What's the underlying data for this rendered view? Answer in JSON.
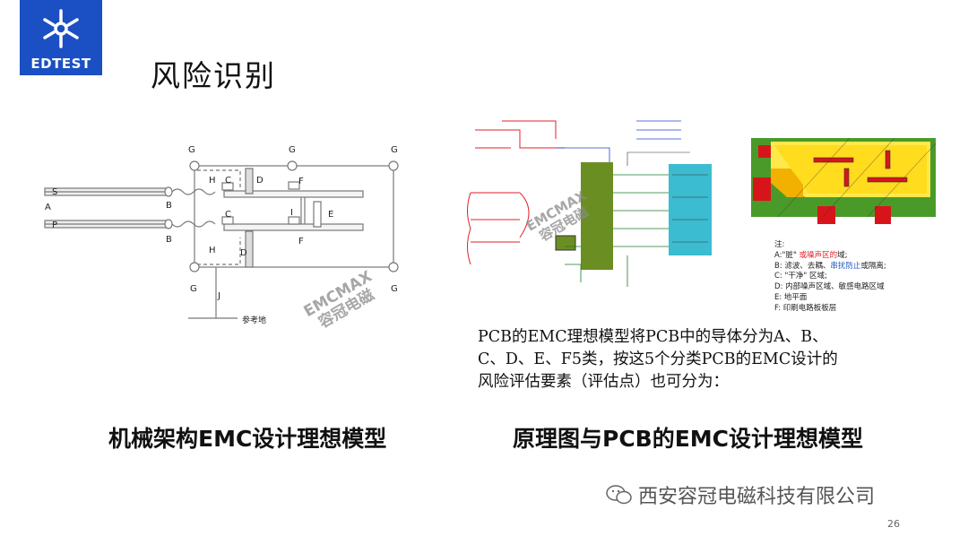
{
  "logo": {
    "text": "EDTEST"
  },
  "slide": {
    "title": "风险识别"
  },
  "mech": {
    "caption": "机械架构EMC设计理想模型",
    "labels": {
      "g": "G",
      "s": "S",
      "p": "P",
      "a": "A",
      "b": "B",
      "c": "C",
      "d": "D",
      "e": "E",
      "f": "F",
      "h": "H",
      "i": "I",
      "j": "J",
      "ground": "参考地"
    }
  },
  "pcb": {
    "caption": "原理图与PCB的EMC设计理想模型",
    "legend": {
      "title": "注:",
      "a_pre": "A:\"脏\" ",
      "a_red": "或噪声区的",
      "a_post": "域;",
      "b_pre": "B: 滤波、去耦、",
      "b_blue": "串扰防止",
      "b_post": "或隔离;",
      "c": "C: \"干净\" 区域;",
      "d": "D: 内部噪声区域、敏感电路区域",
      "e": "E: 地平面",
      "f": "F: 印刷电路板板层"
    },
    "paragraph": [
      "PCB的EMC理想模型将PCB中的导体分为A、B、",
      "C、D、E、F5类，按这5个分类PCB的EMC设计的",
      "风险评估要素（评估点）也可分为："
    ]
  },
  "watermark": {
    "en": "EMCMAX",
    "cn": "容冠电磁"
  },
  "footer": {
    "company": "西安容冠电磁科技有限公司"
  },
  "page": {
    "number": "26"
  }
}
